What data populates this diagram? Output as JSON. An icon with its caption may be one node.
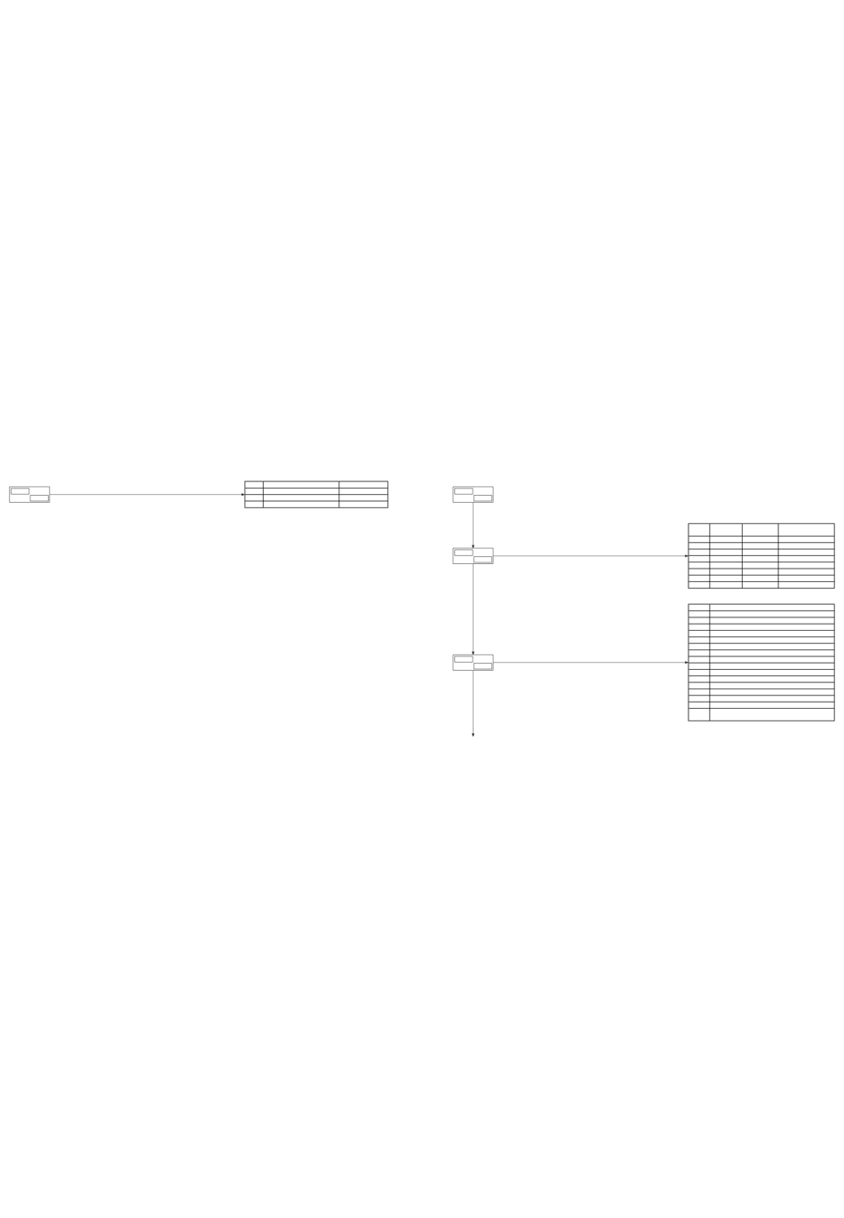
{
  "diagram": {
    "nodes": [
      {
        "text": [],
        "shape": "box"
      },
      {
        "text": [],
        "shape": "table"
      },
      {
        "text": [],
        "shape": "box"
      },
      {
        "text": [],
        "shape": "box"
      },
      {
        "text": [],
        "shape": "table"
      },
      {
        "text": [],
        "shape": "box"
      },
      {
        "text": [],
        "shape": "table"
      }
    ],
    "edges": [
      {
        "from": 0,
        "to": 1,
        "arrow": "to"
      },
      {
        "from": 2,
        "to": 3,
        "arrow": "to"
      },
      {
        "from": 3,
        "to": 4,
        "arrow": "to"
      },
      {
        "from": 3,
        "to": 5,
        "arrow": "to"
      },
      {
        "from": 5,
        "to": 6,
        "arrow": "to"
      },
      {
        "from": 5,
        "to": null,
        "arrow": "to"
      }
    ]
  }
}
